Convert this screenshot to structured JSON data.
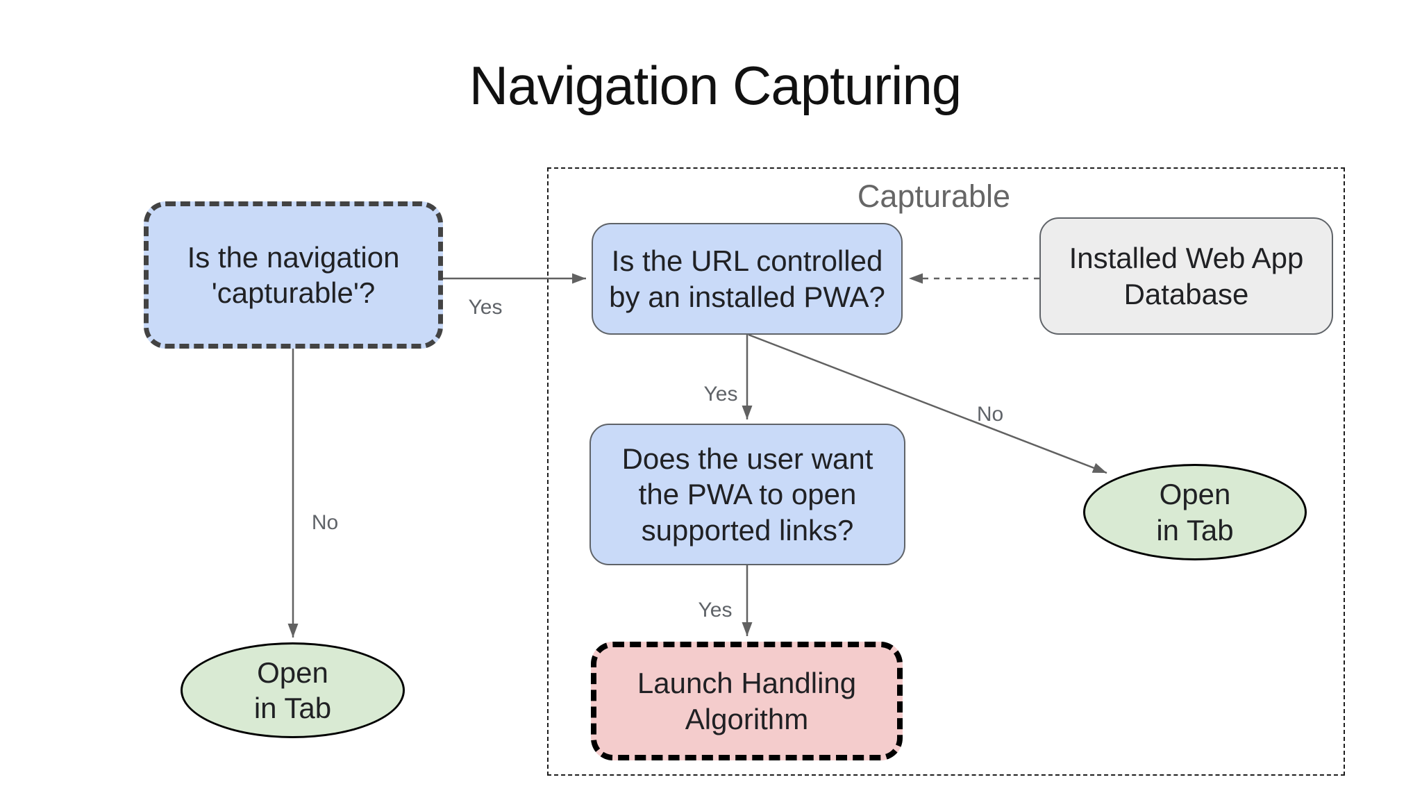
{
  "title": "Navigation Capturing",
  "group_label": "Capturable",
  "nodes": {
    "nav_capturable": {
      "line1": "Is the navigation",
      "line2": "'capturable'?"
    },
    "url_controlled": {
      "line1": "Is the URL controlled",
      "line2": "by an installed PWA?"
    },
    "webapp_db": {
      "line1": "Installed Web App",
      "line2": "Database"
    },
    "user_want": {
      "line1": "Does the user want",
      "line2": "the PWA to open",
      "line3": "supported links?"
    },
    "launch_handling": {
      "line1": "Launch Handling",
      "line2": "Algorithm"
    },
    "open_in_tab_right": {
      "line1": "Open",
      "line2": "in Tab"
    },
    "open_in_tab_left": {
      "line1": "Open",
      "line2": "in Tab"
    }
  },
  "edge_labels": {
    "nav_yes": "Yes",
    "nav_no": "No",
    "url_yes": "Yes",
    "url_no": "No",
    "user_yes": "Yes"
  },
  "colors": {
    "decision_blue_fill": "#c9daf8",
    "terminal_green_fill": "#d9ead3",
    "process_red_fill": "#f4cccc",
    "database_gray_fill": "#ededed",
    "box_border_gray": "#5f6368",
    "dashed_border_dark": "#434343",
    "dashed_border_black": "#000000",
    "arrow_gray": "#616161",
    "label_gray": "#5f6368",
    "group_label_gray": "#666666",
    "title_black": "#111111",
    "background": "#ffffff"
  }
}
